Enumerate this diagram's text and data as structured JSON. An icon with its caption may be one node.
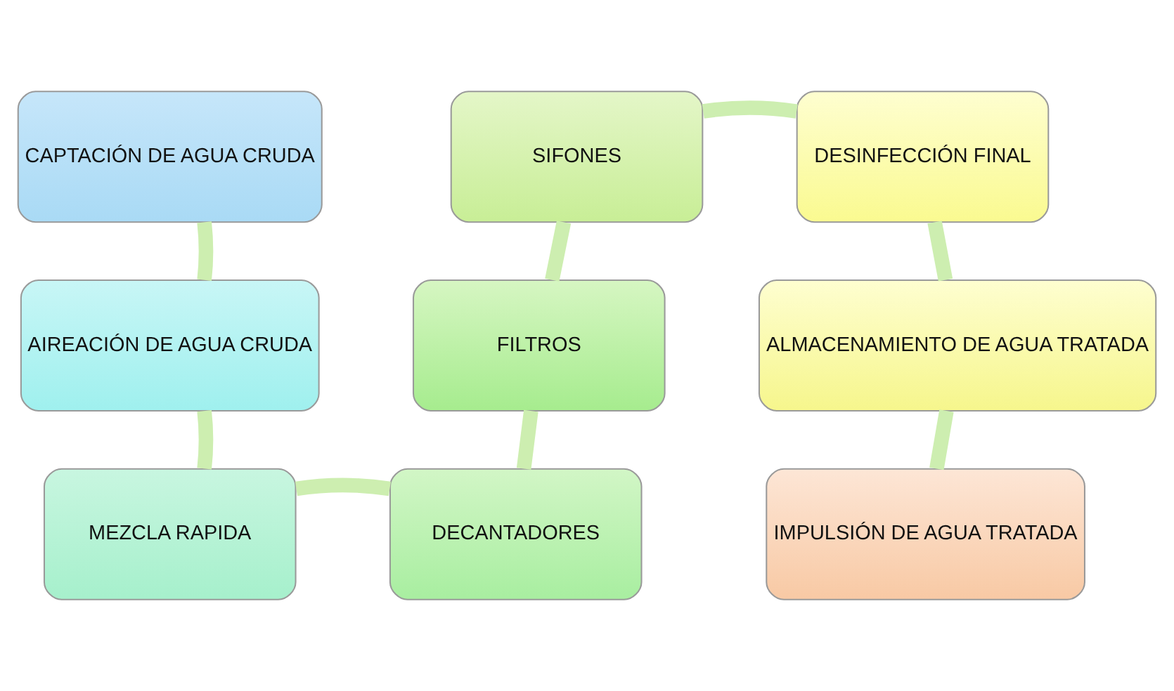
{
  "diagram": {
    "nodes": [
      {
        "text": [
          "CAPTACIÓN DE AGUA CRUDA"
        ]
      },
      {
        "text": [
          "AIREACIÓN DE AGUA CRUDA"
        ]
      },
      {
        "text": [
          "MEZCLA RAPIDA"
        ]
      },
      {
        "text": [
          "DECANTADORES"
        ]
      },
      {
        "text": [
          "FILTROS"
        ]
      },
      {
        "text": [
          "SIFONES"
        ]
      },
      {
        "text": [
          "DESINFECCIÓN FINAL"
        ]
      },
      {
        "text": [
          "ALMACENAMIENTO DE AGUA TRATADA"
        ]
      },
      {
        "text": [
          "IMPULSIÓN DE AGUA TRATADA"
        ]
      }
    ],
    "edges": [
      {
        "from": 0,
        "to": 1,
        "arrow": "none"
      },
      {
        "from": 1,
        "to": 2,
        "arrow": "none"
      },
      {
        "from": 2,
        "to": 3,
        "arrow": "none"
      },
      {
        "from": 3,
        "to": 4,
        "arrow": "none"
      },
      {
        "from": 4,
        "to": 5,
        "arrow": "none"
      },
      {
        "from": 5,
        "to": 6,
        "arrow": "none"
      },
      {
        "from": 6,
        "to": 7,
        "arrow": "none"
      },
      {
        "from": 7,
        "to": 8,
        "arrow": "none"
      }
    ]
  }
}
